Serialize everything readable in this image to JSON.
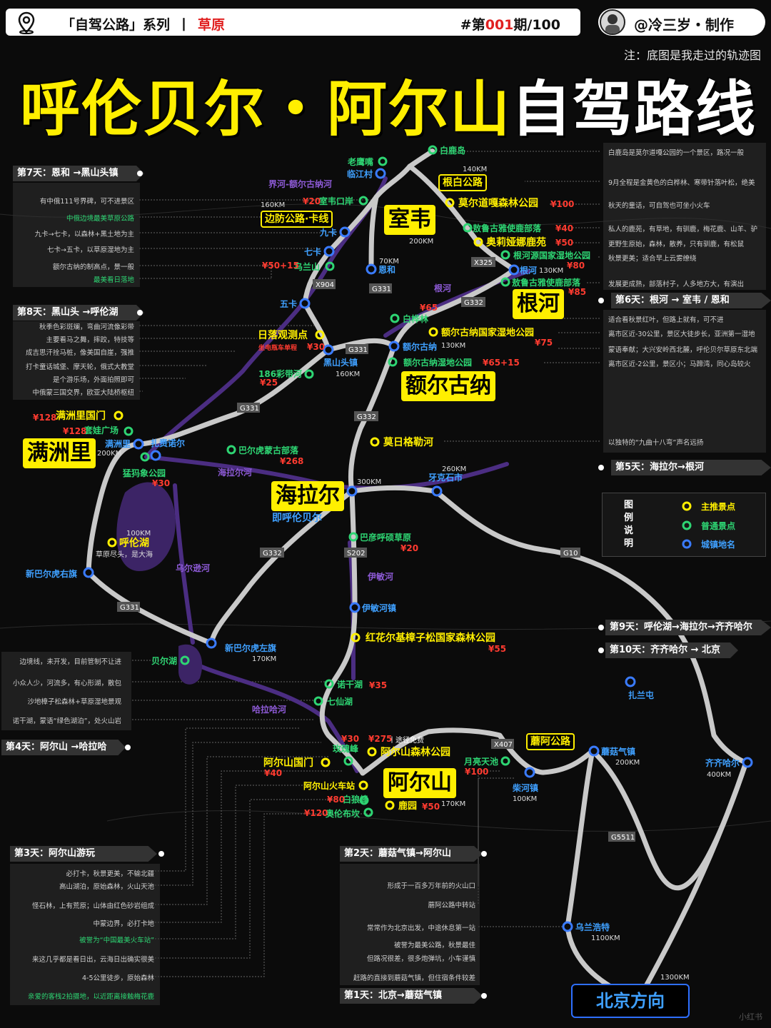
{
  "header": {
    "series_label": "「自驾公路」系列",
    "series_sep": "丨",
    "series_tag": "草原",
    "issue_prefix": "#第",
    "issue_num": "001",
    "issue_suffix": "期/100",
    "author": "@冷三岁・制作",
    "note": "注：底图是我走过的轨迹图"
  },
  "title": {
    "part1": "呼伦贝尔・阿尔山",
    "part2": "自驾路线"
  },
  "big_labels": [
    "室韦",
    "根河",
    "额尔古纳",
    "满洲里",
    "海拉尔",
    "阿尔山"
  ],
  "small_boxes": [
    "根白公路",
    "边防公路·卡线",
    "蘑阿公路"
  ],
  "places": {
    "yellow": [
      "莫尔道嘎森林公园",
      "敖鲁古雅使鹿部落",
      "奥莉娅娜鹿苑",
      "日落观测点",
      "额尔古纳国家湿地公园",
      "满洲里国门",
      "莫日格勒河",
      "呼伦湖",
      "红花尔基樟子松国家森林公园",
      "阿尔山国门",
      "阿尔山森林公园",
      "阿尔山火车站",
      "鹿园"
    ],
    "green": [
      "白鹿岛",
      "老鹰嘴",
      "室韦口岸",
      "乌兰山",
      "根河源国家湿地公园",
      "敖鲁古雅使鹿部落",
      "白桦林",
      "额尔古纳湿地公园",
      "186彩带河",
      "套娃广场",
      "猛犸象公园",
      "巴尔虎蒙古部落",
      "巴彦呼硕草原",
      "贝尔湖",
      "诺干湖",
      "七仙湖",
      "玫瑰峰",
      "白狼峰",
      "奥伦布坎",
      "月亮天池"
    ],
    "blue": [
      "临江村",
      "九卡",
      "七卡",
      "恩和",
      "根河",
      "五卡",
      "黑山头镇",
      "额尔古纳",
      "满洲里",
      "扎赉诺尔",
      "牙克石市",
      "即呼伦贝尔",
      "新巴尔虎右旗",
      "伊敏河镇",
      "新巴尔虎左旗",
      "柴河镇",
      "蘑菇气镇",
      "齐齐哈尔",
      "扎兰屯",
      "乌兰浩特"
    ],
    "purple": [
      "界河-额尔古纳河",
      "根河",
      "海拉尔河",
      "乌尔逊河",
      "伊敏河",
      "哈拉哈河"
    ]
  },
  "prices": [
    "¥20",
    "¥100",
    "¥40",
    "¥50",
    "¥80",
    "¥85",
    "¥65",
    "¥75",
    "¥65+15",
    "¥50+15",
    "¥30",
    "¥25",
    "¥128",
    "¥128",
    "¥268",
    "¥30",
    "¥20",
    "¥55",
    "¥35",
    "¥30",
    "¥275",
    "¥40",
    "¥80",
    "¥50",
    "¥120",
    "¥100"
  ],
  "km": [
    "140KM",
    "160KM",
    "70KM",
    "200KM",
    "130KM",
    "130KM",
    "160KM",
    "200KM",
    "300KM",
    "260KM",
    "100KM",
    "170KM",
    "170KM",
    "100KM",
    "200KM",
    "400KM",
    "1100KM",
    "1300KM"
  ],
  "roads": [
    "X904",
    "G331",
    "G331",
    "X325",
    "G332",
    "G331",
    "G332",
    "G332",
    "S202",
    "G10",
    "G331",
    "X407",
    "G5511"
  ],
  "extra_labels": {
    "sunset_note": "坐电瓶车单程",
    "hulun_note": "草原尽头，是大海",
    "free": "丨途径免费"
  },
  "days": {
    "d7": {
      "title": "第7天：恩和 →黑山头镇",
      "lines": [
        "有中俄111号界碑，可不进景区",
        "中俄边境最美草原公路",
        "九卡→七卡，以森林+黑土地为主",
        "七卡→五卡，以草原湿地为主",
        "额尔古纳的制高点，景一般",
        "最美看日落地"
      ]
    },
    "d8": {
      "title": "第8天：黑山头 →呼伦湖",
      "lines": [
        "秋季色彩斑斓，弯曲河流像彩带",
        "主要看马之舞，摔跤，特技等",
        "成吉思汗拴马桩，像美国自崖，强推",
        "打卡童话城堡、摩天轮，俄式大教堂",
        "是个游乐场，外面拍照即可",
        "中俄蒙三国交界，欧亚大陆桥枢纽"
      ]
    },
    "d6": {
      "title": "第6天：根河 → 室韦 / 恩和",
      "lines": [
        "白鹿岛是莫尔道嘎公园的一个景区，路况一般",
        "9月全程是金黄色的白桦林、寒带针落叶松，绝美",
        "秋天的童话，可自驾也可坐小火车",
        "私人的鹿苑，有草地，有驯鹿，梅花鹿、山羊、驴",
        "更野生原始，森林，散养，只有驯鹿，有松鼠",
        "秋景更美；适合早上云雾缭绕",
        "发展更成熟，部落村子，人多地方大，有演出"
      ]
    },
    "d5": {
      "title": "第5天：海拉尔→根河",
      "lines": [
        "适合看秋景红叶，但路上就有，可不进",
        "离市区近-30公里，景区大徒步长，亚洲第一湿地",
        "蒙语奉献；大兴安岭西北麓，呼伦贝尔草原东北端",
        "离市区近-2公里，景区小；马蹄湾，同心岛较火",
        "以独特的“九曲十八弯”声名远扬"
      ]
    },
    "d9": {
      "title": "第9天：呼伦湖→海拉尔→齐齐哈尔"
    },
    "d10": {
      "title": "第10天：齐齐哈尔 → 北京"
    },
    "d4": {
      "title": "第4天：阿尔山 →哈拉哈",
      "lines": [
        "边境线，未开发，目前管制不让进",
        "小众人少，河流多，有心形湖，散包",
        "沙地樟子松森林+草原湿地景观",
        "诺干湖，蒙语“绿色湖泊”，处火山岩"
      ]
    },
    "d3": {
      "title": "第3天：阿尔山游玩",
      "lines": [
        "必打卡，秋景更美，不输北疆",
        "高山湖泊，原始森林，火山天池",
        "怪石林，上有荒原；山体由红色砂岩组成",
        "中蒙边界，必打卡地",
        "被誉为“中国最美火车站”",
        "来这几乎都是看日出，云海日出确实很美",
        "4-5公里徒步，原始森林",
        "亲爱的客栈2拍摄地，以近距离接触梅花鹿"
      ]
    },
    "d2": {
      "title": "第2天：蘑菇气镇→阿尔山",
      "lines": [
        "形成于一百多万年前的火山口",
        "蘑阿公路中转站",
        "常常作为北京出发，中途休息第一站",
        "被誉为最美公路，秋景最佳",
        "但路况很差，很多炮弹坑，小车谨慎",
        "赶路的直接到蘑菇气镇，但住宿条件较差"
      ]
    },
    "d1": {
      "title": "第1天：北京→蘑菇气镇"
    }
  },
  "legend": {
    "title": "图例说明",
    "items": [
      "主推景点",
      "普通景点",
      "城镇地名"
    ]
  },
  "beijing": "北京方向",
  "watermark": "小红书"
}
